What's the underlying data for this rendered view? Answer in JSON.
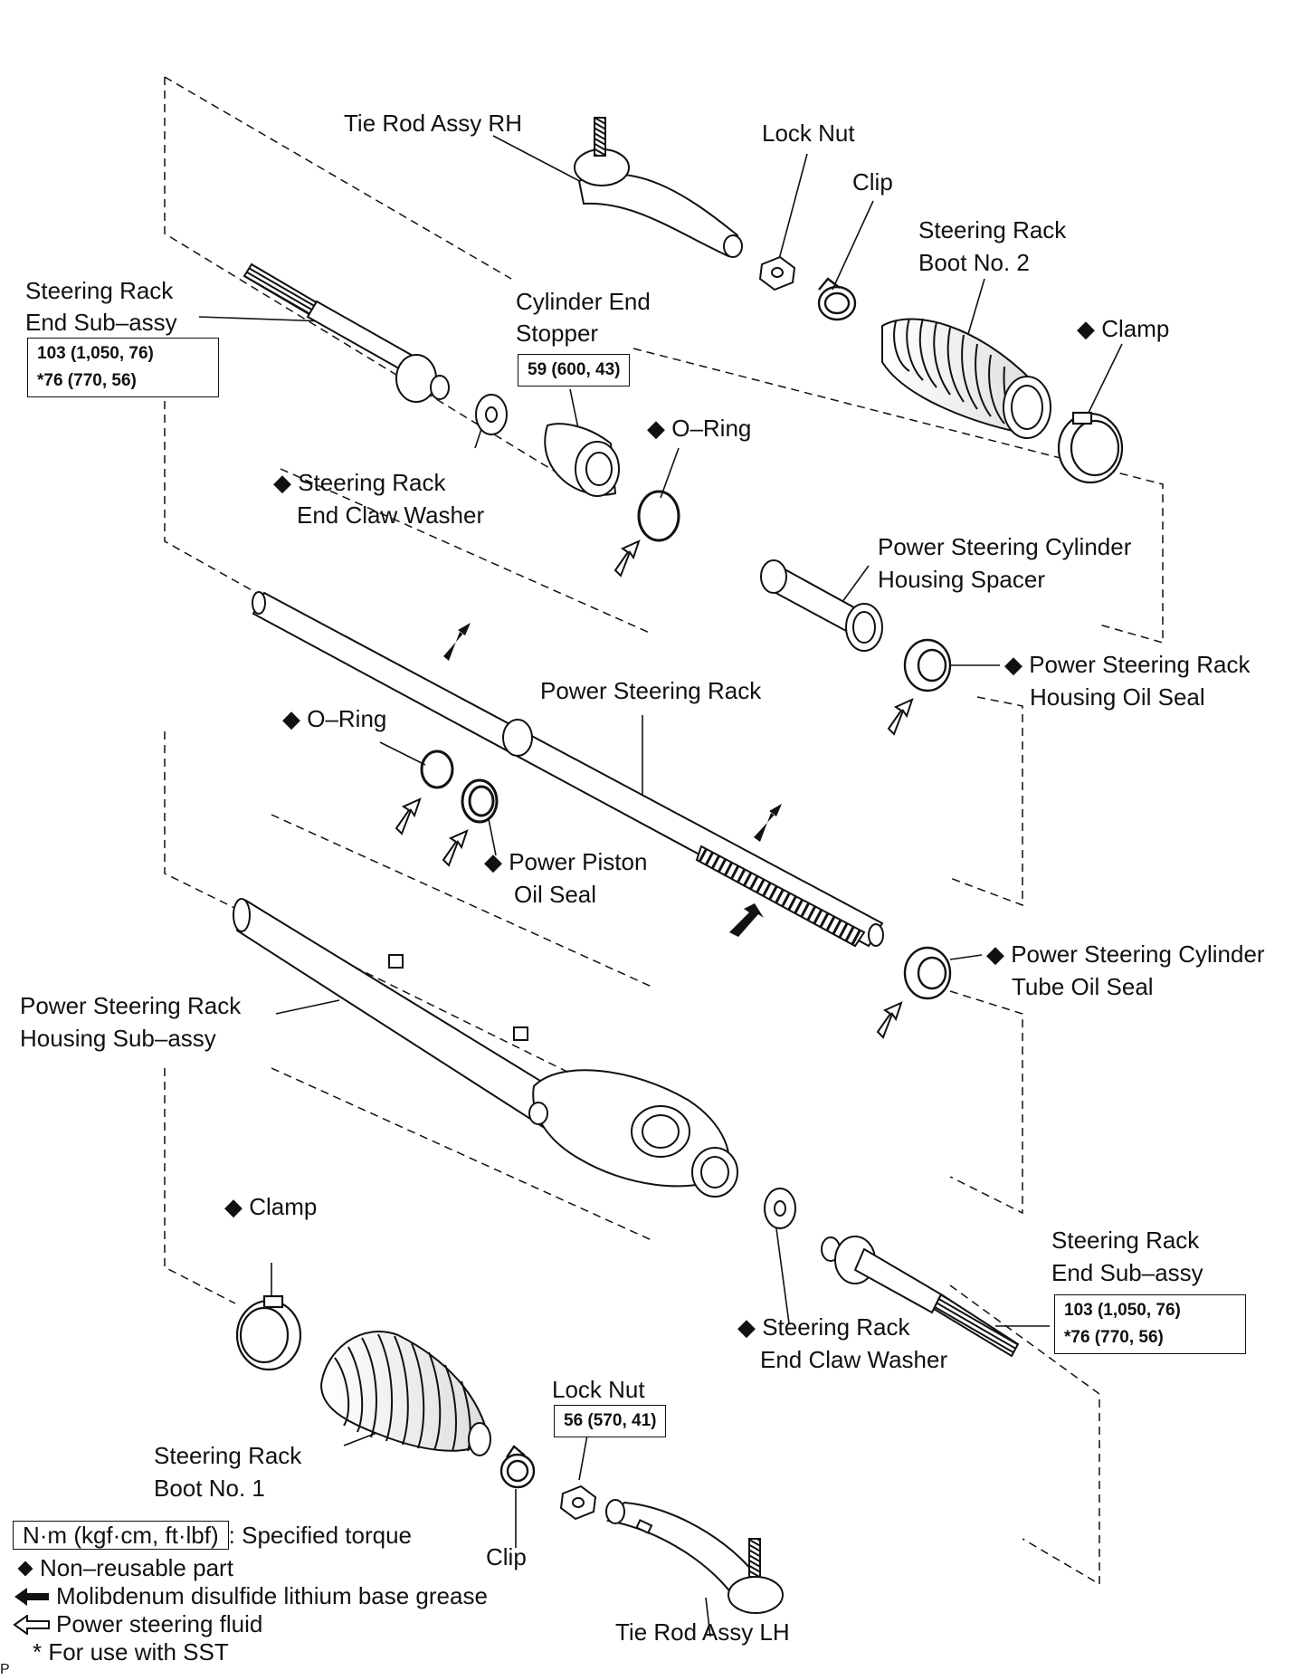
{
  "labels": {
    "tie_rod_rh": "Tie Rod Assy RH",
    "lock_nut_top": "Lock Nut",
    "clip_top": "Clip",
    "boot2_l1": "Steering Rack",
    "boot2_l2": "Boot No. 2",
    "clamp_top": "◆ Clamp",
    "end_rh_l1": "Steering Rack",
    "end_rh_l2": "End Sub–assy",
    "cyl_stop_l1": "Cylinder End",
    "cyl_stop_l2": "Stopper",
    "oring_top": "◆ O–Ring",
    "washer_top_l1": "◆ Steering Rack",
    "washer_top_l2": "End Claw Washer",
    "spacer_l1": "Power Steering Cylinder",
    "spacer_l2": "Housing Spacer",
    "oil_seal_l1": "◆ Power Steering Rack",
    "oil_seal_l2": "Housing Oil Seal",
    "rack": "Power Steering Rack",
    "oring_mid": "◆ O–Ring",
    "piston_seal_l1": "◆ Power Piston",
    "piston_seal_l2": "Oil Seal",
    "tube_seal_l1": "◆ Power Steering Cylinder",
    "tube_seal_l2": "Tube Oil Seal",
    "housing_l1": "Power Steering Rack",
    "housing_l2": "Housing Sub–assy",
    "clamp_bot": "◆ Clamp",
    "end_lh_l1": "Steering Rack",
    "end_lh_l2": "End Sub–assy",
    "washer_bot_l1": "◆ Steering Rack",
    "washer_bot_l2": "End Claw Washer",
    "lock_nut_bot": "Lock Nut",
    "boot1_l1": "Steering  Rack",
    "boot1_l2": "Boot No. 1",
    "clip_bot": "Clip",
    "tie_rod_lh": "Tie Rod Assy LH"
  },
  "torques": {
    "end_rh_1": "103 (1,050, 76)",
    "end_rh_2": "*76 (770, 56)",
    "cyl_stop": "59 (600, 43)",
    "end_lh_1": "103 (1,050, 76)",
    "end_lh_2": "*76 (770, 56)",
    "lock_nut": "56 (570, 41)"
  },
  "legend": {
    "unit": "N·m (kgf·cm, ft·lbf)",
    "unit_desc": ": Specified torque",
    "non_reusable": "Non–reusable part",
    "grease": "Molibdenum disulfide lithium base grease",
    "fluid": "Power steering fluid",
    "sst": "* For use with SST"
  },
  "page_mark": "P"
}
